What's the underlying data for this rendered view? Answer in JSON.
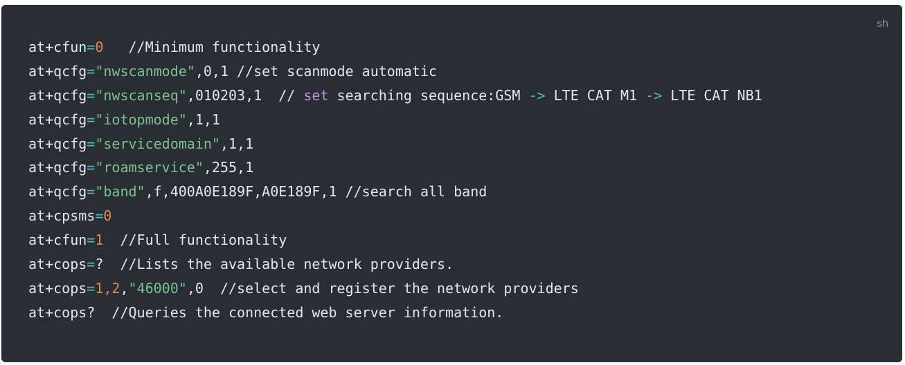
{
  "code_block": {
    "language": "sh",
    "lines": [
      [
        {
          "t": "at+cfun",
          "k": "plain"
        },
        {
          "t": "=",
          "k": "op"
        },
        {
          "t": "0",
          "k": "num"
        },
        {
          "t": "   //Minimum functionality",
          "k": "plain"
        }
      ],
      [
        {
          "t": "at+qcfg",
          "k": "plain"
        },
        {
          "t": "=",
          "k": "op"
        },
        {
          "t": "\"nwscanmode\"",
          "k": "str"
        },
        {
          "t": ",0,1 //set scanmode automatic",
          "k": "plain"
        }
      ],
      [
        {
          "t": "at+qcfg",
          "k": "plain"
        },
        {
          "t": "=",
          "k": "op"
        },
        {
          "t": "\"nwscanseq\"",
          "k": "str"
        },
        {
          "t": ",010203,1  // ",
          "k": "plain"
        },
        {
          "t": "set",
          "k": "kw"
        },
        {
          "t": " searching sequence:GSM ",
          "k": "plain"
        },
        {
          "t": "->",
          "k": "op"
        },
        {
          "t": " LTE CAT M1 ",
          "k": "plain"
        },
        {
          "t": "->",
          "k": "op"
        },
        {
          "t": " LTE CAT NB1",
          "k": "plain"
        }
      ],
      [
        {
          "t": "at+qcfg",
          "k": "plain"
        },
        {
          "t": "=",
          "k": "op"
        },
        {
          "t": "\"iotopmode\"",
          "k": "str"
        },
        {
          "t": ",1,1",
          "k": "plain"
        }
      ],
      [
        {
          "t": "at+qcfg",
          "k": "plain"
        },
        {
          "t": "=",
          "k": "op"
        },
        {
          "t": "\"servicedomain\"",
          "k": "str"
        },
        {
          "t": ",1,1",
          "k": "plain"
        }
      ],
      [
        {
          "t": "at+qcfg",
          "k": "plain"
        },
        {
          "t": "=",
          "k": "op"
        },
        {
          "t": "\"roamservice\"",
          "k": "str"
        },
        {
          "t": ",255,1",
          "k": "plain"
        }
      ],
      [
        {
          "t": "at+qcfg",
          "k": "plain"
        },
        {
          "t": "=",
          "k": "op"
        },
        {
          "t": "\"band\"",
          "k": "str"
        },
        {
          "t": ",f,400A0E189F,A0E189F,1 //search all band",
          "k": "plain"
        }
      ],
      [
        {
          "t": "at+cpsms",
          "k": "plain"
        },
        {
          "t": "=",
          "k": "op"
        },
        {
          "t": "0",
          "k": "num"
        }
      ],
      [
        {
          "t": "at+cfun",
          "k": "plain"
        },
        {
          "t": "=",
          "k": "op"
        },
        {
          "t": "1",
          "k": "num"
        },
        {
          "t": "  //Full functionality",
          "k": "plain"
        }
      ],
      [
        {
          "t": "at+cops",
          "k": "plain"
        },
        {
          "t": "=",
          "k": "op"
        },
        {
          "t": "?  //Lists the available network providers.",
          "k": "plain"
        }
      ],
      [
        {
          "t": "at+cops",
          "k": "plain"
        },
        {
          "t": "=",
          "k": "op"
        },
        {
          "t": "1,2",
          "k": "num"
        },
        {
          "t": ",",
          "k": "plain"
        },
        {
          "t": "\"46000\"",
          "k": "str"
        },
        {
          "t": ",0  //select and register the network providers",
          "k": "plain"
        }
      ],
      [
        {
          "t": "at+cops?  //Queries the connected web server information.",
          "k": "plain"
        }
      ]
    ]
  },
  "colors": {
    "background": "#292d34",
    "text": "#e4e6eb",
    "operator": "#56b6c2",
    "number": "#e5894d",
    "string": "#7cc28f",
    "keyword": "#c293d8",
    "label": "#8b8f96"
  }
}
